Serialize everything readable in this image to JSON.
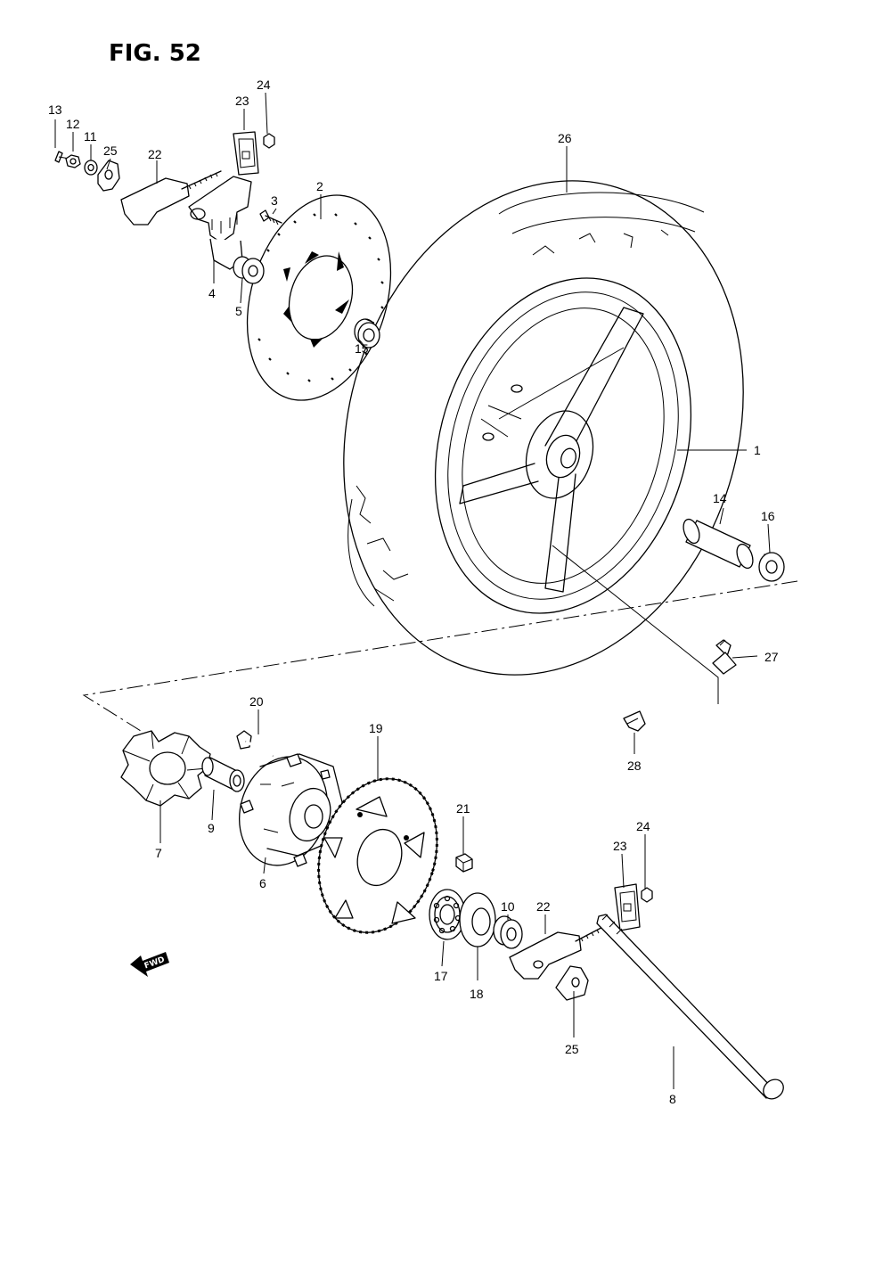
{
  "figure": {
    "title": "FIG. 52",
    "direction_label": "FWD"
  },
  "callouts": [
    {
      "id": "c1",
      "label": "1"
    },
    {
      "id": "c2",
      "label": "2"
    },
    {
      "id": "c3",
      "label": "3"
    },
    {
      "id": "c4",
      "label": "4"
    },
    {
      "id": "c5",
      "label": "5"
    },
    {
      "id": "c6",
      "label": "6"
    },
    {
      "id": "c7",
      "label": "7"
    },
    {
      "id": "c8",
      "label": "8"
    },
    {
      "id": "c9",
      "label": "9"
    },
    {
      "id": "c10",
      "label": "10"
    },
    {
      "id": "c11",
      "label": "11"
    },
    {
      "id": "c12",
      "label": "12"
    },
    {
      "id": "c13",
      "label": "13"
    },
    {
      "id": "c14",
      "label": "14"
    },
    {
      "id": "c15",
      "label": "15"
    },
    {
      "id": "c16",
      "label": "16"
    },
    {
      "id": "c17",
      "label": "17"
    },
    {
      "id": "c18",
      "label": "18"
    },
    {
      "id": "c19",
      "label": "19"
    },
    {
      "id": "c20",
      "label": "20"
    },
    {
      "id": "c21",
      "label": "21"
    },
    {
      "id": "c22a",
      "label": "22"
    },
    {
      "id": "c22b",
      "label": "22"
    },
    {
      "id": "c23a",
      "label": "23"
    },
    {
      "id": "c23b",
      "label": "23"
    },
    {
      "id": "c24a",
      "label": "24"
    },
    {
      "id": "c24b",
      "label": "24"
    },
    {
      "id": "c25a",
      "label": "25"
    },
    {
      "id": "c25b",
      "label": "25"
    },
    {
      "id": "c26",
      "label": "26"
    },
    {
      "id": "c27",
      "label": "27"
    },
    {
      "id": "c28",
      "label": "28"
    }
  ]
}
